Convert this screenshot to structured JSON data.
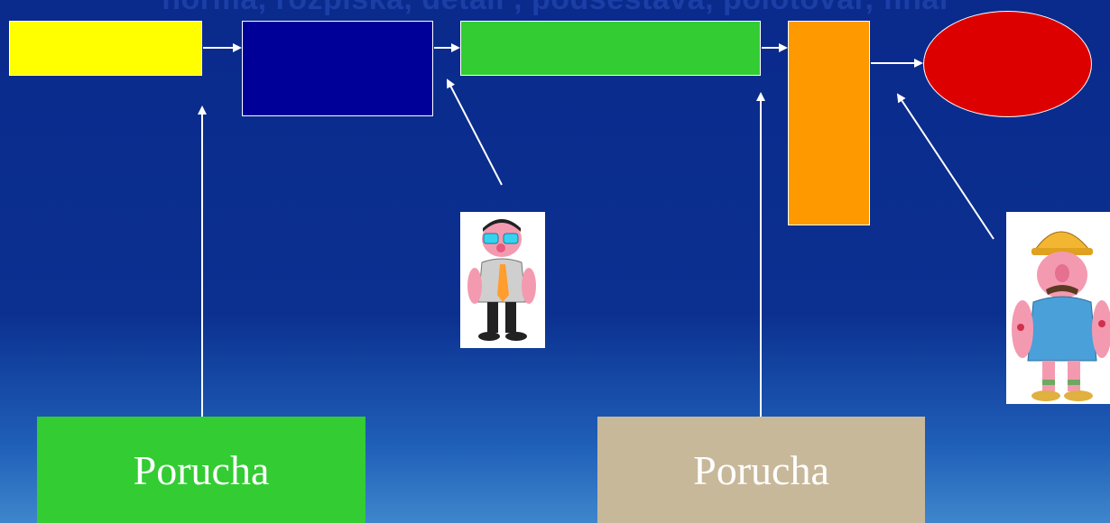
{
  "title": "norma, rozpiska, detail , podsestava, polotovar, finál",
  "boxes": {
    "step1_color": "#ffff00",
    "step2_color": "#000099",
    "step3_color": "#33cc33",
    "step4_color": "#ff9900",
    "final_color": "#dd0000"
  },
  "labels": {
    "failure_left": "Porucha",
    "failure_right": "Porucha",
    "failure_left_color": "#33cc33",
    "failure_right_color": "#c8b89a"
  },
  "figures": {
    "office_worker_icon": "engineer-figure-icon",
    "construction_worker_icon": "worker-figure-icon"
  }
}
